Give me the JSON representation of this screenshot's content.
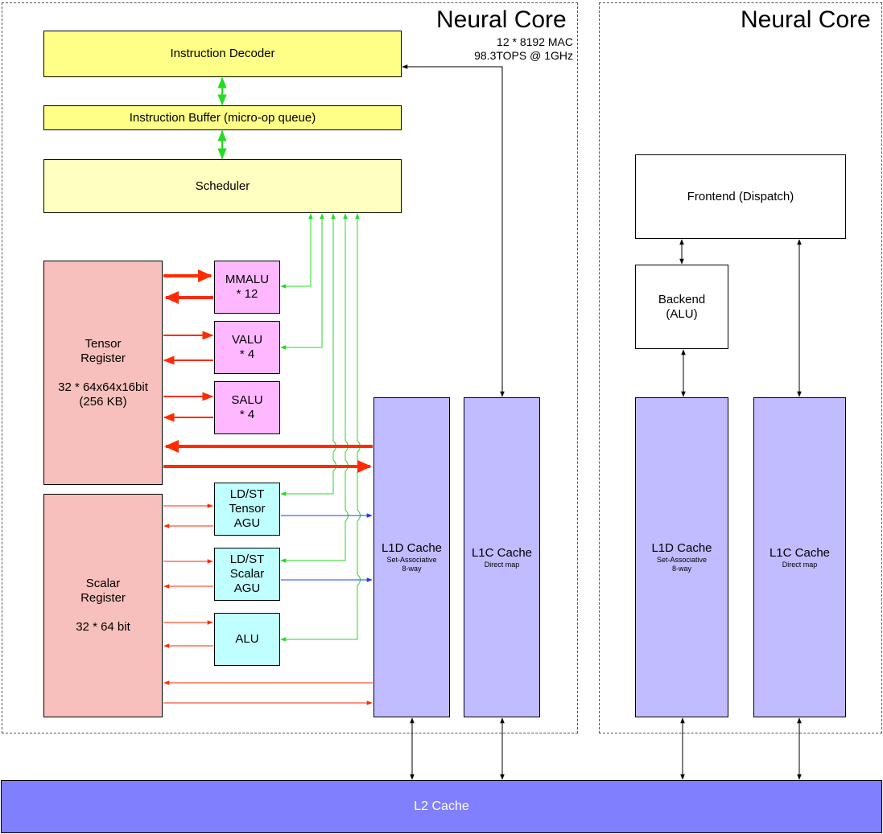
{
  "core_left": {
    "title": "Neural Core",
    "spec_line1": "12 * 8192 MAC",
    "spec_line2": "98.3TOPS @ 1GHz",
    "instruction_decoder": "Instruction Decoder",
    "instruction_buffer": "Instruction Buffer (micro-op queue)",
    "scheduler": "Scheduler",
    "tensor_register": {
      "line1": "Tensor",
      "line2": "Register",
      "line3": "32 * 64x64x16bit",
      "line4": "(256 KB)"
    },
    "scalar_register": {
      "line1": "Scalar",
      "line2": "Register",
      "line3": "32 * 64 bit"
    },
    "mmalu": {
      "line1": "MMALU",
      "line2": "* 12"
    },
    "valu": {
      "line1": "VALU",
      "line2": "* 4"
    },
    "salu": {
      "line1": "SALU",
      "line2": "* 4"
    },
    "ldst_tensor": {
      "line1": "LD/ST",
      "line2": "Tensor",
      "line3": "AGU"
    },
    "ldst_scalar": {
      "line1": "LD/ST",
      "line2": "Scalar",
      "line3": "AGU"
    },
    "alu": "ALU",
    "l1d": {
      "title": "L1D Cache",
      "sub1": "Set-Associative",
      "sub2": "8-way"
    },
    "l1c": {
      "title": "L1C Cache",
      "sub1": "Direct map"
    }
  },
  "core_right": {
    "title": "Neural Core",
    "frontend": "Frontend (Dispatch)",
    "backend": {
      "line1": "Backend",
      "line2": "(ALU)"
    },
    "l1d": {
      "title": "L1D Cache",
      "sub1": "Set-Associative",
      "sub2": "8-way"
    },
    "l1c": {
      "title": "L1C Cache",
      "sub1": "Direct map"
    }
  },
  "l2": "L2 Cache",
  "colors": {
    "data_path": "#ff2a00",
    "control_path": "#22dd22",
    "address_path": "#1a3cff",
    "memory_path": "#000000"
  }
}
